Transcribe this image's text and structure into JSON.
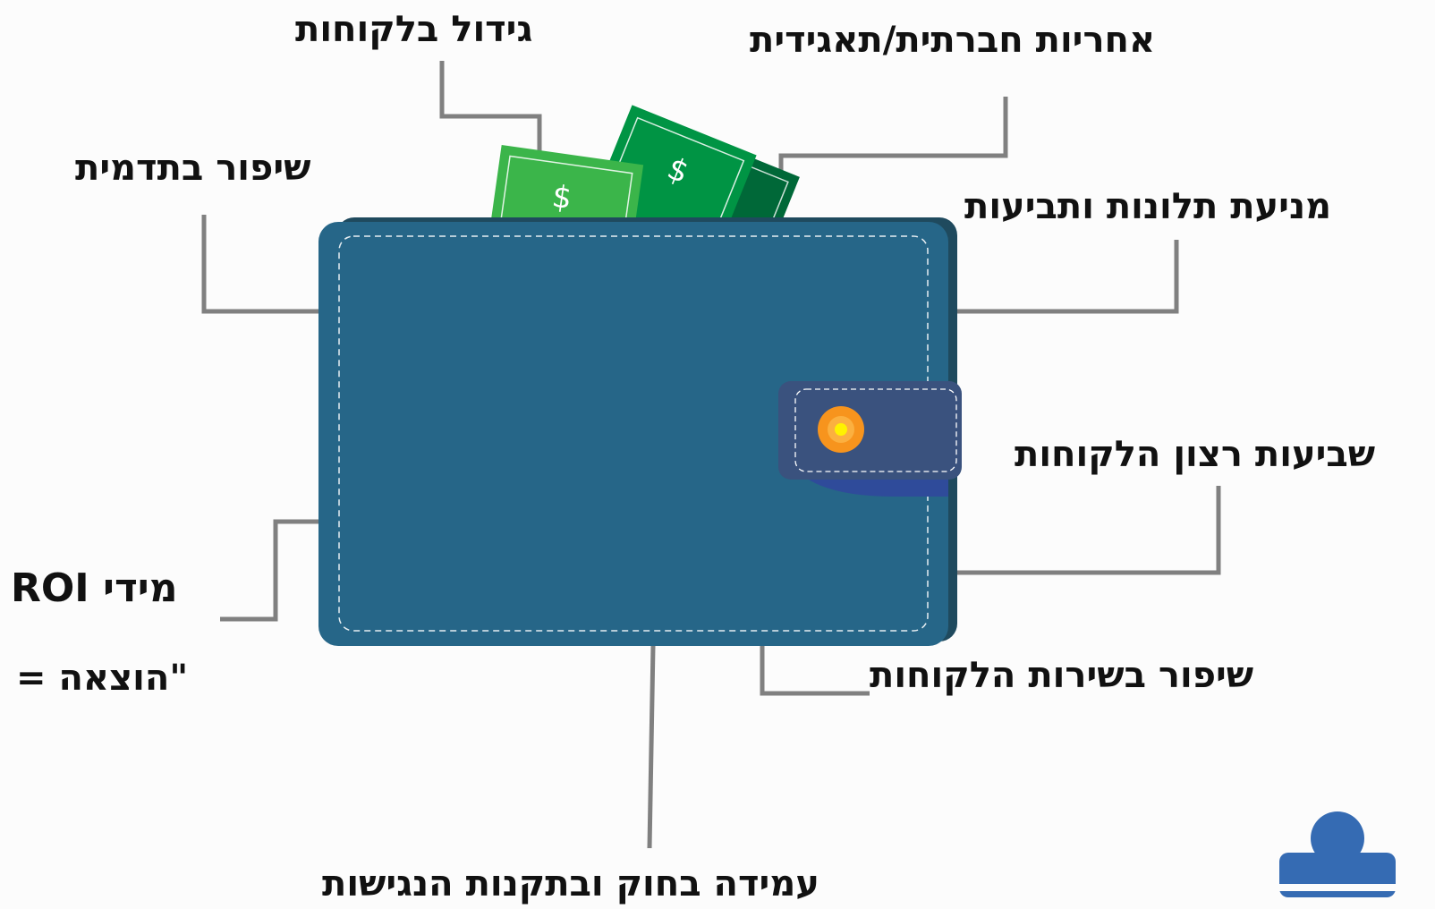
{
  "labels": {
    "customer_growth": "גידול בלקוחות",
    "social_responsibility": "אחריות חברתית/תאגידית",
    "image_improvement": "שיפור בתדמית",
    "complaint_prevention": "מניעת תלונות ותביעות",
    "customer_satisfaction": "שביעות רצון הלקוחות",
    "roi_line1": "ROI מידי",
    "roi_line2": "= הוצאה\"",
    "service_improvement": "שיפור בשירות הלקוחות",
    "compliance": "עמידה בחוק ובתקנות הנגישות"
  },
  "banknote_symbol": "$",
  "colors": {
    "wallet_front": "#266688",
    "wallet_back": "#1f4a5e",
    "clasp": "#3a527e",
    "clasp_shadow": "#2f4b9a",
    "note_light": "#3bb54a",
    "note_mid": "#009444",
    "note_dark": "#006838",
    "button": "#f7941d",
    "connector": "#808080",
    "logo": "#356bb3"
  },
  "icons": {
    "wallet": "wallet-icon",
    "banknote": "banknote-icon",
    "logo": "accessibility-person-icon"
  }
}
